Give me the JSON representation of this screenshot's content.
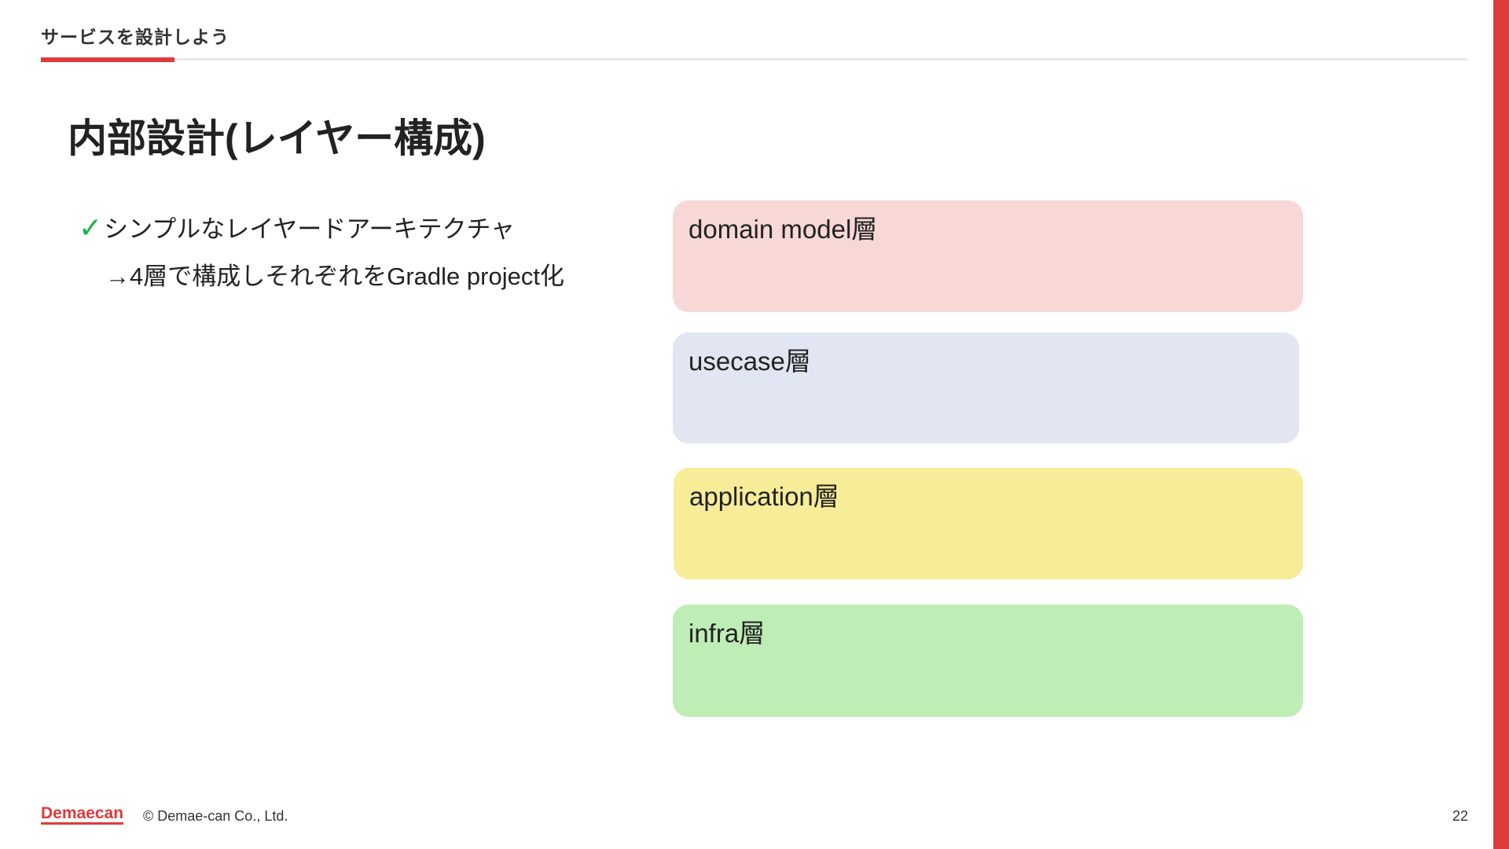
{
  "header": {
    "section_title": "サービスを設計しよう"
  },
  "slide": {
    "title": "内部設計(レイヤー構成)",
    "bullet_mark": "✓",
    "bullet_text": "シンプルなレイヤードアーキテクチャ",
    "sub_text": "→4層で構成しそれぞれをGradle project化"
  },
  "layers": [
    {
      "label": "domain model層",
      "color": "#f8d7d7"
    },
    {
      "label": "usecase層",
      "color": "#e2e5f2"
    },
    {
      "label": "application層",
      "color": "#f7ec98"
    },
    {
      "label": "infra層",
      "color": "#bfedb6"
    }
  ],
  "footer": {
    "logo": "Demaecan",
    "copyright": "© Demae-can Co., Ltd.",
    "page_number": "22"
  },
  "colors": {
    "accent": "#e03a3a",
    "check": "#18b24a"
  }
}
